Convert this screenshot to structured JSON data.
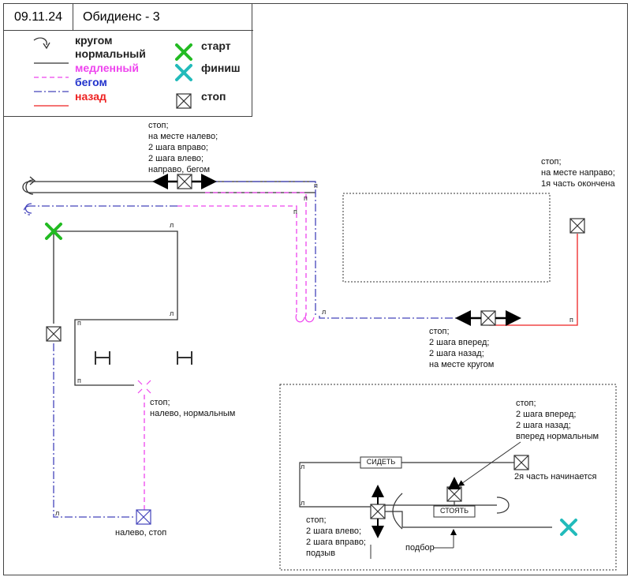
{
  "header": {
    "date": "09.11.24",
    "title": "Обидиенс - 3"
  },
  "legend": {
    "circle": "кругом",
    "normal": "нормальный",
    "slow": "медленный",
    "run": "бегом",
    "back": "назад",
    "start": "старт",
    "finish": "финиш",
    "stop": "стоп"
  },
  "colors": {
    "normal": "#333333",
    "slow": "#ee44ee",
    "run": "#4444bb",
    "back": "#ee2222",
    "start": "#22bb22",
    "finish": "#22bbbb"
  },
  "notes": {
    "top_stop": [
      "стоп;",
      "на месте налево;",
      "2 шага вправо;",
      "2 шага влево;",
      "направо, бегом"
    ],
    "right_stop": [
      "стоп;",
      "на месте направо;",
      "1я часть окончена"
    ],
    "mid_stop": [
      "стоп;",
      "2 шага вперед;",
      "2 шага назад;",
      "на месте кругом"
    ],
    "left_stop": [
      "стоп;",
      "налево, нормальным"
    ],
    "bottom_stop": "налево, стоп",
    "inset_stop": [
      "стоп;",
      "2 шага вперед;",
      "2 шага назад;",
      "вперед нормальным"
    ],
    "inset_second": "2я часть начинается",
    "inset_left_stop": [
      "стоп;",
      "2 шага влево;",
      "2 шага вправо;",
      "подзыв"
    ],
    "inset_pickup": "подбор"
  },
  "inset": {
    "sit_label": "СИДЕТЬ",
    "stand_label": "СТОЯТЬ"
  },
  "turns": {
    "left": "л",
    "right": "п"
  }
}
